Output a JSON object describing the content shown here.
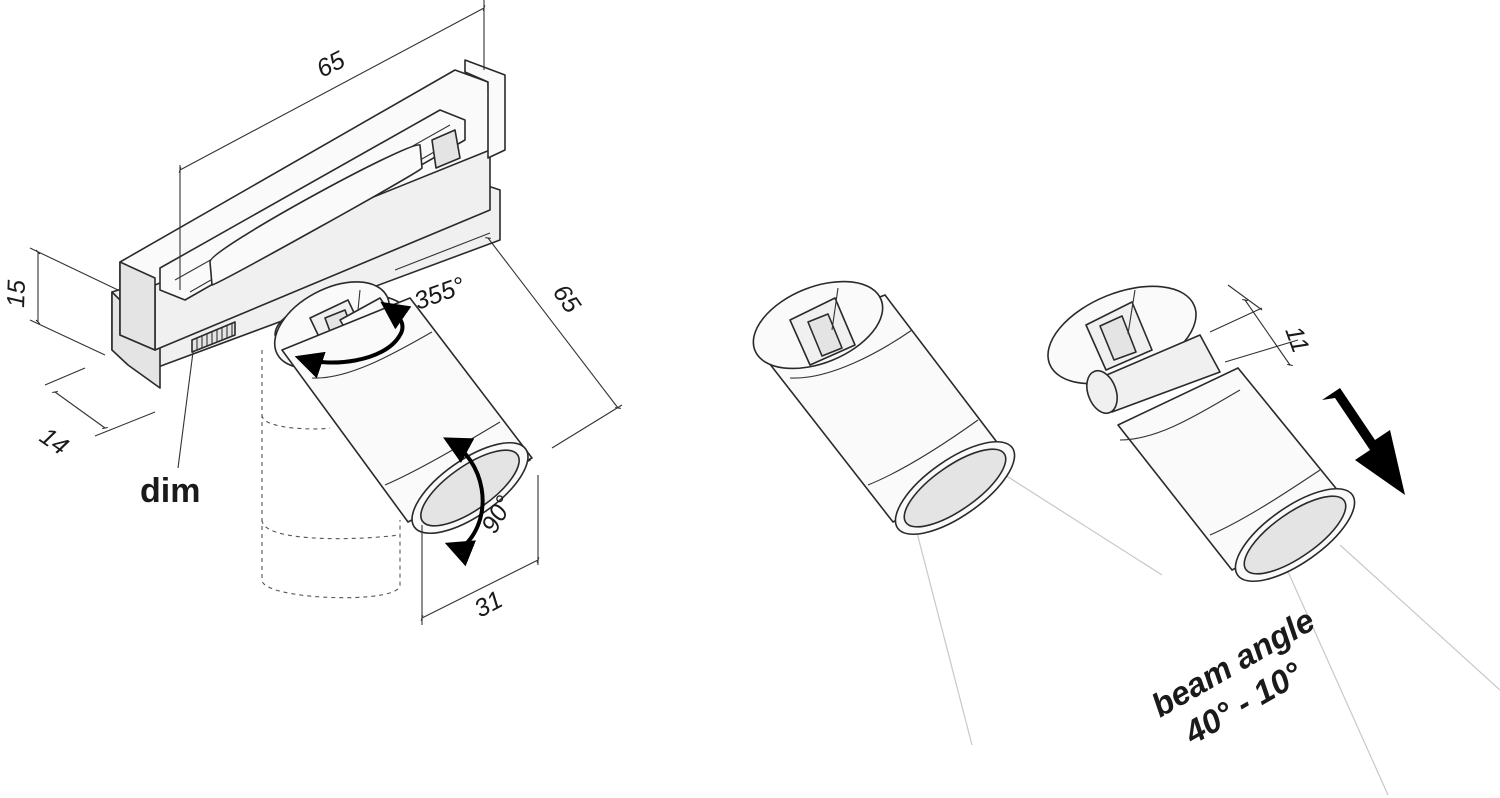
{
  "dimensions": {
    "track_length": "65",
    "height": "15",
    "depth": "14",
    "head_length": "65",
    "head_diameter": "31",
    "extension": "11"
  },
  "rotation": {
    "horizontal": "355°",
    "vertical": "90°"
  },
  "labels": {
    "dim": "dim",
    "beam_angle_title": "beam angle",
    "beam_angle_range": "40° - 10°"
  }
}
